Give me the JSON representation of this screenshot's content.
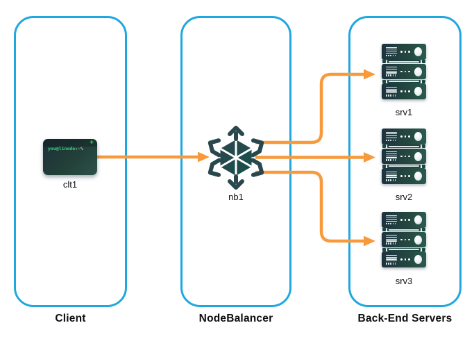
{
  "diagram": {
    "columns": [
      {
        "title": "Client",
        "nodes": [
          {
            "label": "clt1",
            "icon": "terminal-icon"
          }
        ]
      },
      {
        "title": "NodeBalancer",
        "nodes": [
          {
            "label": "nb1",
            "icon": "nodebalancer-icon"
          }
        ]
      },
      {
        "title": "Back-End Servers",
        "nodes": [
          {
            "label": "srv1",
            "icon": "server-stack-icon"
          },
          {
            "label": "srv2",
            "icon": "server-stack-icon"
          },
          {
            "label": "srv3",
            "icon": "server-stack-icon"
          }
        ]
      }
    ],
    "terminal": {
      "prompt_user": "you@linode",
      "prompt_suffix": ":~%",
      "plus_glyph": "+"
    },
    "connections": [
      {
        "from": "clt1",
        "to": "nb1"
      },
      {
        "from": "nb1",
        "to": "srv1"
      },
      {
        "from": "nb1",
        "to": "srv2"
      },
      {
        "from": "nb1",
        "to": "srv3"
      }
    ],
    "colors": {
      "column_border": "#1FA8DF",
      "arrow": "#F8993B",
      "icon_dark": "#33434F",
      "icon_teal": "#0F5349",
      "terminal_green": "#2EDE71",
      "label_text": "#111111",
      "background": "#FFFFFF"
    }
  }
}
